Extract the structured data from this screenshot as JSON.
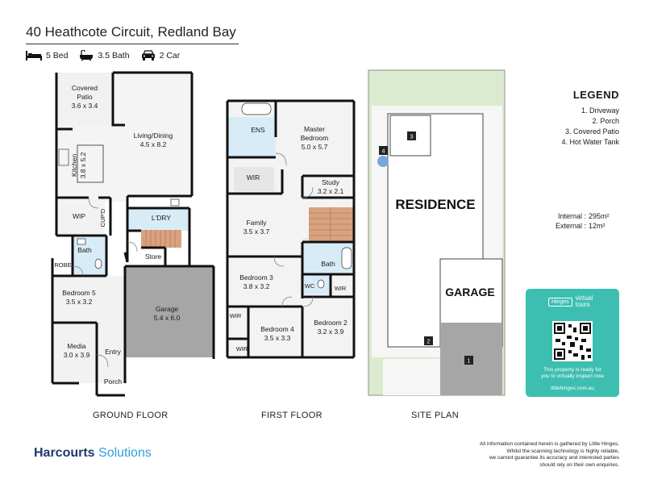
{
  "header": {
    "title": "40 Heathcote Circuit, Redland Bay",
    "features": [
      {
        "icon": "bed-icon",
        "label": "5 Bed"
      },
      {
        "icon": "bath-icon",
        "label": "3.5 Bath"
      },
      {
        "icon": "car-icon",
        "label": "2 Car"
      }
    ]
  },
  "ground_floor": {
    "caption": "GROUND FLOOR",
    "rooms": {
      "covered_patio": {
        "name": "Covered",
        "name2": "Patio",
        "dims": "3.6 x 3.4"
      },
      "living": {
        "name": "Living/Dining",
        "dims": "4.5 x 8.2"
      },
      "kitchen": {
        "name": "Kitchen",
        "dims": "3.8 x 5.2"
      },
      "wip": {
        "name": "WIP"
      },
      "cupd": {
        "name": "CUP'D"
      },
      "ldry": {
        "name": "L'DRY"
      },
      "bath": {
        "name": "Bath"
      },
      "robe": {
        "name": "ROBE"
      },
      "store": {
        "name": "Store"
      },
      "bedroom5": {
        "name": "Bedroom 5",
        "dims": "3.5 x 3.2"
      },
      "garage": {
        "name": "Garage",
        "dims": "5.4 x 6.0"
      },
      "media": {
        "name": "Media",
        "dims": "3.0 x 3.9"
      },
      "entry": {
        "name": "Entry"
      },
      "porch": {
        "name": "Porch"
      }
    }
  },
  "first_floor": {
    "caption": "FIRST FLOOR",
    "rooms": {
      "ens": {
        "name": "ENS"
      },
      "master": {
        "name": "Master",
        "name2": "Bedroom",
        "dims": "5.0 x 5.7"
      },
      "wir_master": {
        "name": "WIR"
      },
      "study": {
        "name": "Study",
        "dims": "3.2 x 2.1"
      },
      "family": {
        "name": "Family",
        "dims": "3.5 x 3.7"
      },
      "bath": {
        "name": "Bath"
      },
      "bedroom3": {
        "name": "Bedroom 3",
        "dims": "3.8 x 3.2"
      },
      "wc": {
        "name": "WC"
      },
      "wir_b2": {
        "name": "WIR"
      },
      "wir_b3": {
        "name": "WIR"
      },
      "wir_b4": {
        "name": "WIR"
      },
      "bedroom4": {
        "name": "Bedroom 4",
        "dims": "3.5 x 3.3"
      },
      "bedroom2": {
        "name": "Bedroom 2",
        "dims": "3.2 x 3.9"
      }
    }
  },
  "site_plan": {
    "caption": "SITE PLAN",
    "residence": "RESIDENCE",
    "garage": "GARAGE",
    "markers": [
      "1",
      "2",
      "3",
      "4"
    ]
  },
  "legend": {
    "title": "LEGEND",
    "items": [
      "1. Driveway",
      "2. Porch",
      "3. Covered Patio",
      "4. Hot Water Tank"
    ]
  },
  "areas": {
    "internal_label": "Internal :",
    "internal_value": "295m²",
    "external_label": "External :",
    "external_value": "12m²"
  },
  "virtual_tour": {
    "logo_box": "Hinges",
    "logo_line1": "virtual",
    "logo_line2": "tours",
    "text_line1": "This property is ready for",
    "text_line2": "you to virtually inspect now",
    "url": "littlehinges.com.au"
  },
  "footer": {
    "brand_main": "Harcourts",
    "brand_sub": "Solutions",
    "disclaimer": [
      "All information contained herein is gathered by Little Hinges.",
      "Whilst the scanning technology is highly reliable,",
      "we cannot guarantee its accuracy and interested parties",
      "should rely on their own enquiries."
    ]
  },
  "colors": {
    "wall": "#111111",
    "floor_tile": "#f1f1f1",
    "wet_area": "#d8ecf7",
    "garage_floor": "#a6a6a6",
    "stairs": "#d9a27e",
    "lawn": "#dcebd0",
    "teal": "#3cbfb0",
    "hot_water_tank": "#7aa7d8"
  }
}
